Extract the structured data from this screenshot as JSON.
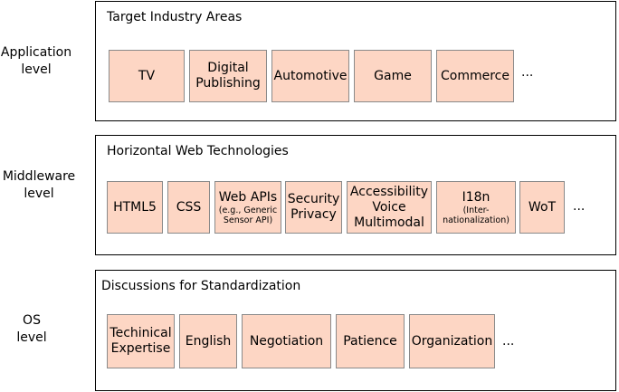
{
  "levels": {
    "application": "Application\nlevel",
    "middleware": "Middleware\nlevel",
    "os": "OS\nlevel"
  },
  "layers": {
    "application": {
      "title": "Target Industry Areas",
      "boxes": [
        "TV",
        "Digital\nPublishing",
        "Automotive",
        "Game",
        "Commerce"
      ],
      "more": "..."
    },
    "middleware": {
      "title": "Horizontal Web Technologies",
      "boxes": [
        "HTML5",
        "CSS",
        "Web APIs",
        "Security\nPrivacy",
        "Accessibility\nVoice\nMultimodal",
        "I18n",
        "WoT"
      ],
      "webapis_sub": "(e.g., Generic\nSensor API)",
      "i18n_sub": "(Inter-\nnationalization)",
      "more": "..."
    },
    "os": {
      "title": "Discussions for Standardization",
      "boxes": [
        "Techinical\nExpertise",
        "English",
        "Negotiation",
        "Patience",
        "Organization"
      ],
      "more": "..."
    }
  },
  "colors": {
    "box_fill": "#fdd6c4",
    "box_border": "#8a8a8a",
    "layer_border": "#000000"
  }
}
